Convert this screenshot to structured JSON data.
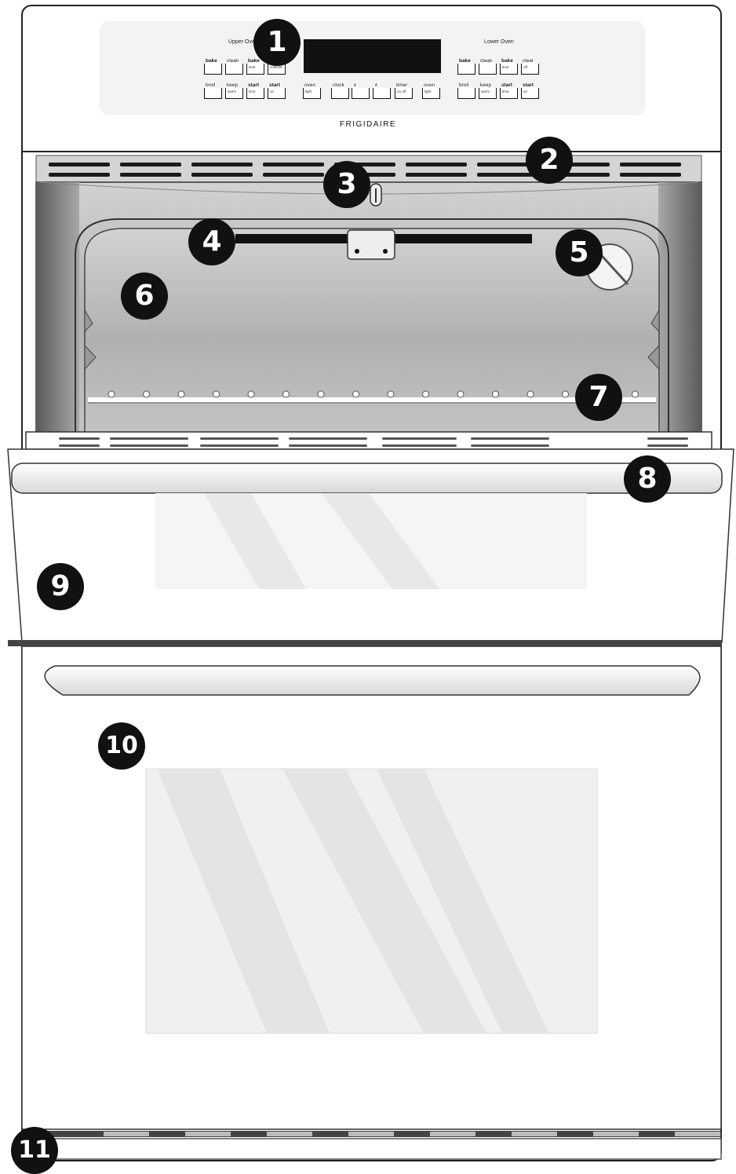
{
  "control_panel": {
    "upper_oven_label": "Upper Oven",
    "lower_oven_label": "Lower Oven",
    "brand": "FRIGIDAIRE",
    "upper_buttons_top": [
      {
        "label": "bake",
        "sub": ""
      },
      {
        "label": "clean",
        "sub": ""
      },
      {
        "label": "bake",
        "sub": "time"
      },
      {
        "label": "",
        "sub": "controls"
      }
    ],
    "upper_buttons_bottom": [
      {
        "label": "broil",
        "sub": ""
      },
      {
        "label": "keep",
        "sub": "warm"
      },
      {
        "label": "start",
        "sub": "time"
      },
      {
        "label": "start",
        "sub": "on"
      }
    ],
    "center_buttons": [
      {
        "label": "oven",
        "sub": "light"
      },
      {
        "label": "clock",
        "sub": ""
      },
      {
        "label": "∨",
        "sub": ""
      },
      {
        "label": "∧",
        "sub": ""
      },
      {
        "label": "timer",
        "sub": "on-off"
      },
      {
        "label": "oven",
        "sub": "light"
      }
    ],
    "lower_buttons_top": [
      {
        "label": "bake",
        "sub": ""
      },
      {
        "label": "clean",
        "sub": ""
      },
      {
        "label": "bake",
        "sub": "time"
      },
      {
        "label": "clear",
        "sub": "off"
      }
    ],
    "lower_buttons_bottom": [
      {
        "label": "broil",
        "sub": ""
      },
      {
        "label": "keep",
        "sub": "warm"
      },
      {
        "label": "start",
        "sub": "time"
      },
      {
        "label": "start",
        "sub": "on"
      }
    ],
    "controls_note": "controls"
  },
  "callouts": [
    "1",
    "2",
    "3",
    "4",
    "5",
    "6",
    "7",
    "8",
    "9",
    "10",
    "11"
  ],
  "colors": {
    "outline": "#222222",
    "callout_fill": "#111111",
    "cavity_gray": "#b5b5b5",
    "door_white": "#ffffff",
    "vent_black": "#1a1a1a"
  }
}
